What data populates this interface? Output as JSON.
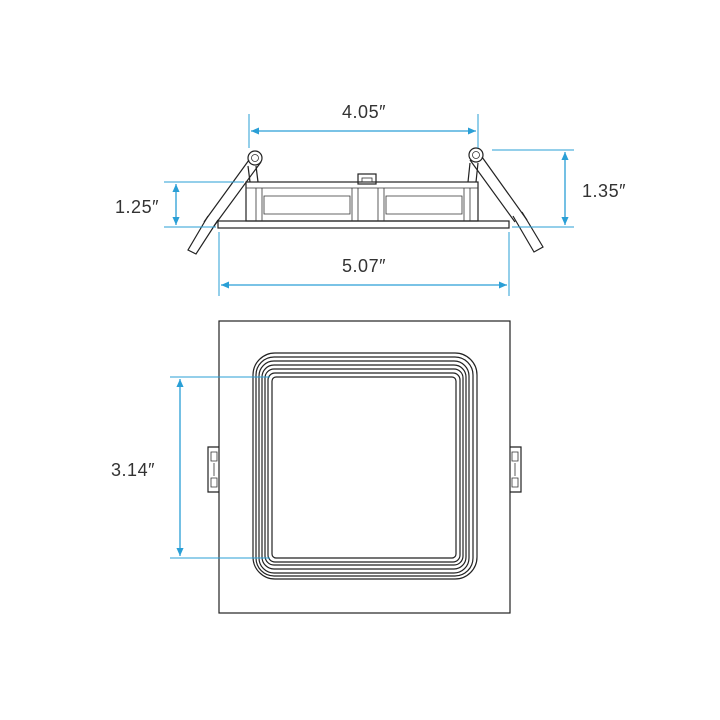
{
  "dimensions": {
    "top_width": "4.05″",
    "left_height": "1.25″",
    "right_height": "1.35″",
    "flange_width": "5.07″",
    "inner_square": "3.14″"
  },
  "colors": {
    "dimension": "#2a9fd6",
    "outline": "#222222",
    "text": "#333333"
  }
}
